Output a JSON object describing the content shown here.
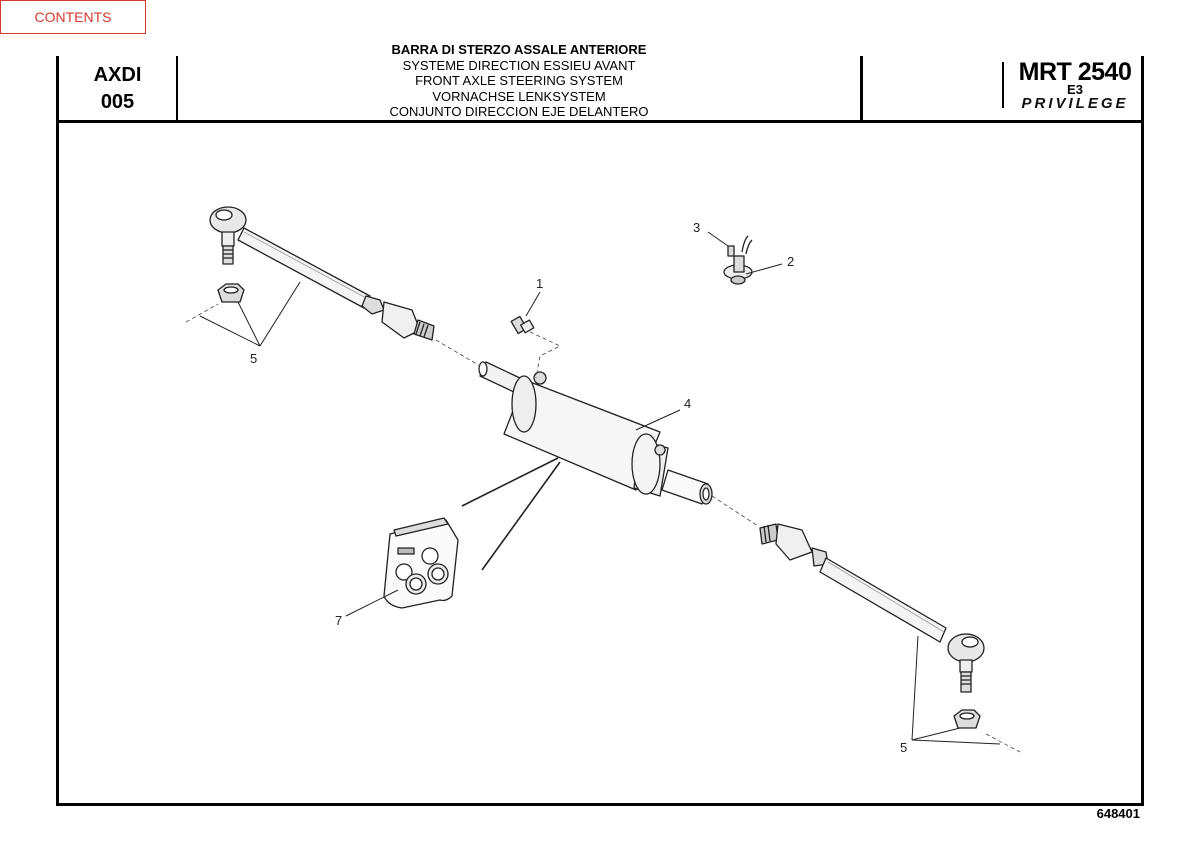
{
  "nav": {
    "contents_label": "CONTENTS"
  },
  "header": {
    "section_code": "AXDI",
    "section_number": "005",
    "titles": {
      "it": "BARRA DI STERZO ASSALE ANTERIORE",
      "fr": "SYSTEME DIRECTION ESSIEU AVANT",
      "en": "FRONT AXLE STEERING SYSTEM",
      "de": "VORNACHSE LENKSYSTEM",
      "es": "CONJUNTO DIRECCION EJE DELANTERO"
    },
    "model_number": "MRT 2540",
    "model_series": "E3",
    "brand": "PRIVILEGE"
  },
  "callouts": {
    "c1": "1",
    "c2": "2",
    "c3": "3",
    "c4": "4",
    "c5a": "5",
    "c5b": "5",
    "c7": "7"
  },
  "footer": {
    "drawing_ref": "648401"
  }
}
